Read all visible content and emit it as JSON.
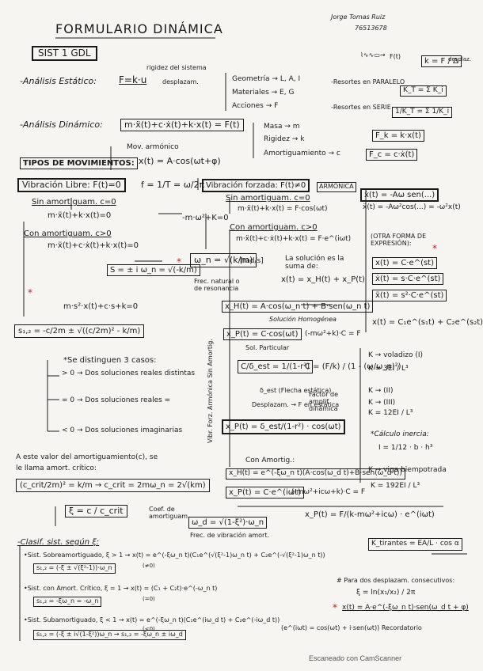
{
  "title": "FORMULARIO DINÁMICA",
  "author": "Jorge Tomas Ruiz",
  "author_id": "76513678",
  "section": "SIST 1 GDL",
  "static": {
    "label": "-Análisis Estático:",
    "formula": "F=k·u",
    "rigidez_note": "rigidez del sistema",
    "desplaz_note": "desplazam.",
    "geometria": "Geometría → L, A, I",
    "materiales": "Materiales → E, G",
    "acciones": "Acciones → F",
    "spring_label": "F(t)",
    "k_formula": "k = F / Δ",
    "k_note": "desplaz.",
    "resortes_paralelo": "-Resortes en PARALELO",
    "paralelo_formula": "K_T = Σ K_i",
    "resortes_serie": "-Resortes en SERIE",
    "serie_formula": "1/K_T = Σ 1/K_i"
  },
  "dynamic": {
    "label": "-Análisis Dinámico:",
    "formula": "m·ẍ(t)+c·ẋ(t)+k·x(t) = F(t)",
    "masa": "Masa → m",
    "rigidez": "Rigidez → k",
    "amortiguamiento": "Amortiguamiento → c",
    "fk": "F_k = k·x(t)",
    "fc": "F_c = c·ẋ(t)",
    "mov_armonico": "Mov. armónico",
    "x_armonico": "x(t) = A·cos(ωt+φ)",
    "freq": "f = 1/T = ω/2π"
  },
  "tipos": {
    "heading": "TIPOS DE MOVIMIENTOS:",
    "libre": "Vibración Libre: F(t)=0",
    "sin_amort": "Sin amortiguam. c=0",
    "libre_eq": "m·ẍ(t)+k·x(t)=0",
    "libre_char": "-m·ω²+K=0",
    "con_amort": "Con amortiguam. c>0",
    "con_amort_eq": "m·ẍ(t)+c·ẋ(t)+k·x(t)=0",
    "s_formula": "S = ± i ω_n = √(-k/m)",
    "wn_formula": "ω_n = √(k/m)",
    "wn_units": "[rad/s]",
    "frec_natural": "Frec. natural o de resonancia",
    "char_eq": "m·s²·x(t)+c·s+k=0",
    "s12": "s₁,₂ = -c/2m ± √((c/2m)² - k/m)",
    "casos": "*Se distinguen 3 casos:",
    "caso1": "> 0 → Dos soluciones reales distintas",
    "caso2": "= 0 → Dos soluciones reales =",
    "caso3": "< 0 → Dos soluciones imaginarias",
    "critico_text1": "A este valor del amortiguamiento(c), se",
    "critico_text2": "le llama amort. crítico:",
    "ccrit_eq": "(c_crit/2m)² = k/m → c_crit = 2mω_n = 2√(km)",
    "xi_eq": "ξ = c / c_crit",
    "xi_label": "Coef. de amortiguam.",
    "wd_eq": "ω_d = √(1-ξ²)·ω_n",
    "wd_label": "Frec. de vibración amort."
  },
  "forzada": {
    "heading": "Vibración forzada: F(t)≠0",
    "armonica": "ARMÓNICA",
    "sin_amort": "Sin amortiguam. c=0",
    "sin_amort_eq": "m·ẍ(t)+k·x(t) = F·cos(ωt)",
    "con_amort": "Con amortiguam. c>0",
    "con_amort_eq": "m·ẍ(t)+c·ẋ(t)+k·x(t) = F·e^(iωt)",
    "solucion": "La solución es la suma de:",
    "suma": "x(t) = x_H(t) + x_P(t)",
    "xh": "x_H(t) = A·cos(ω_n t) + B·sen(ω_n t)",
    "sol_homogenea": "Solución Homogénea",
    "xp": "x_P(t) = C·cos(ωt)",
    "xp_sub": "(-mω²+k)·C = F",
    "sol_particular": "Sol. Particular",
    "c_formula": "C = (F/k) / (1 - (ω/ω_n)²)",
    "c_short": "C/δ_est = 1/(1-r²)",
    "sest": "δ_est (Flecha estática)",
    "desplazam": "Desplazam. → F en estática",
    "factor": "Factor de amplif. dinámica",
    "xp_final": "x_P(t) = δ_est/(1-r²) · cos(ωt)",
    "vertical_label": "Vibr. Forz. Armónica Sin Amortig.",
    "con_amortig": "Con Amortig.:",
    "xh2": "x_H(t) = e^(-ξω_n t)(A·cos(ω_d t)+B·sen(ω_d t))",
    "xp2": "x_P(t) = C·e^(iωt)",
    "xp2_sub": "(-mω²+icω+k)·C = F",
    "xp2_final": "x_P(t) = F/(k-mω²+icω) · e^(iωt)"
  },
  "right": {
    "xdot": "ẋ(t) = -Aω sen(...)",
    "xddot": "ẍ(t) = -Aω²cos(...) = -ω²x(t)",
    "otra_forma": "(OTRA FORMA DE EXPRESIÓN):",
    "star": "*",
    "x_exp": "x(t) = C·e^(st)",
    "xd_exp": "ẋ(t) = s·C·e^(st)",
    "xdd_exp": "ẍ(t) = s²·C·e^(st)",
    "x_gen": "x(t) = C₁e^(s₁t) + C₂e^(s₂t)",
    "k_voladizo": "K → voladizo (I)",
    "k_vol_eq": "K = 3EI / L³",
    "k_ii": "K → (II)",
    "k_iii": "K → (III)",
    "k_iii_eq": "K = 12EI / L³",
    "calculo_inercia": "*Cálculo inercia:",
    "inercia_eq": "I = 1/12 · b · h³",
    "viga": "K → viga biempotrada",
    "viga_eq": "K = 192EI / L³",
    "ktirantes": "K_tirantes = EA/L · cos α",
    "para_dos": "# Para dos desplazam. consecutivos:",
    "xi_log": "ξ = ln(x₁/x₂) / 2π",
    "x_sol": "x(t) = A·e^(-ξω_n t)·sen(ω_d t + φ)",
    "euler": "(e^(iωt) = cos(ωt) + i·sen(ωt)) Recordatorio"
  },
  "clasif": {
    "heading": "-Clasif. sist. según ξ:",
    "sobre": "•Sist. Sobreamortiguado, ξ > 1 → x(t) = e^(-ξω_n t)(C₁e^(√(ξ²-1)ω_n t) + C₂e^(-√(ξ²-1)ω_n t))",
    "sobre_s": "s₁,₂ = (-ξ ± √(ξ²-1))·ω_n",
    "sobre_note": "(≠0)",
    "critico": "•Sist. con Amort. Crítico, ξ = 1 → x(t) = (C₁ + C₂t)·e^(-ω_n t)",
    "critico_s": "s₁,₂ = -ξω_n = -ω_n",
    "critico_note": "(=0)",
    "sub": "•Sist. Subamortiguado, ξ < 1 → x(t) = e^(-ξω_n t)(C₁e^(iω_d t) + C₂e^(-iω_d t))",
    "sub_s": "s₁,₂ = (-ξ ± i√(1-ξ²))ω_n → s₁,₂ = -ξω_n ± iω_d",
    "sub_note": "(<0)"
  },
  "footer": "Escaneado con CamScanner"
}
